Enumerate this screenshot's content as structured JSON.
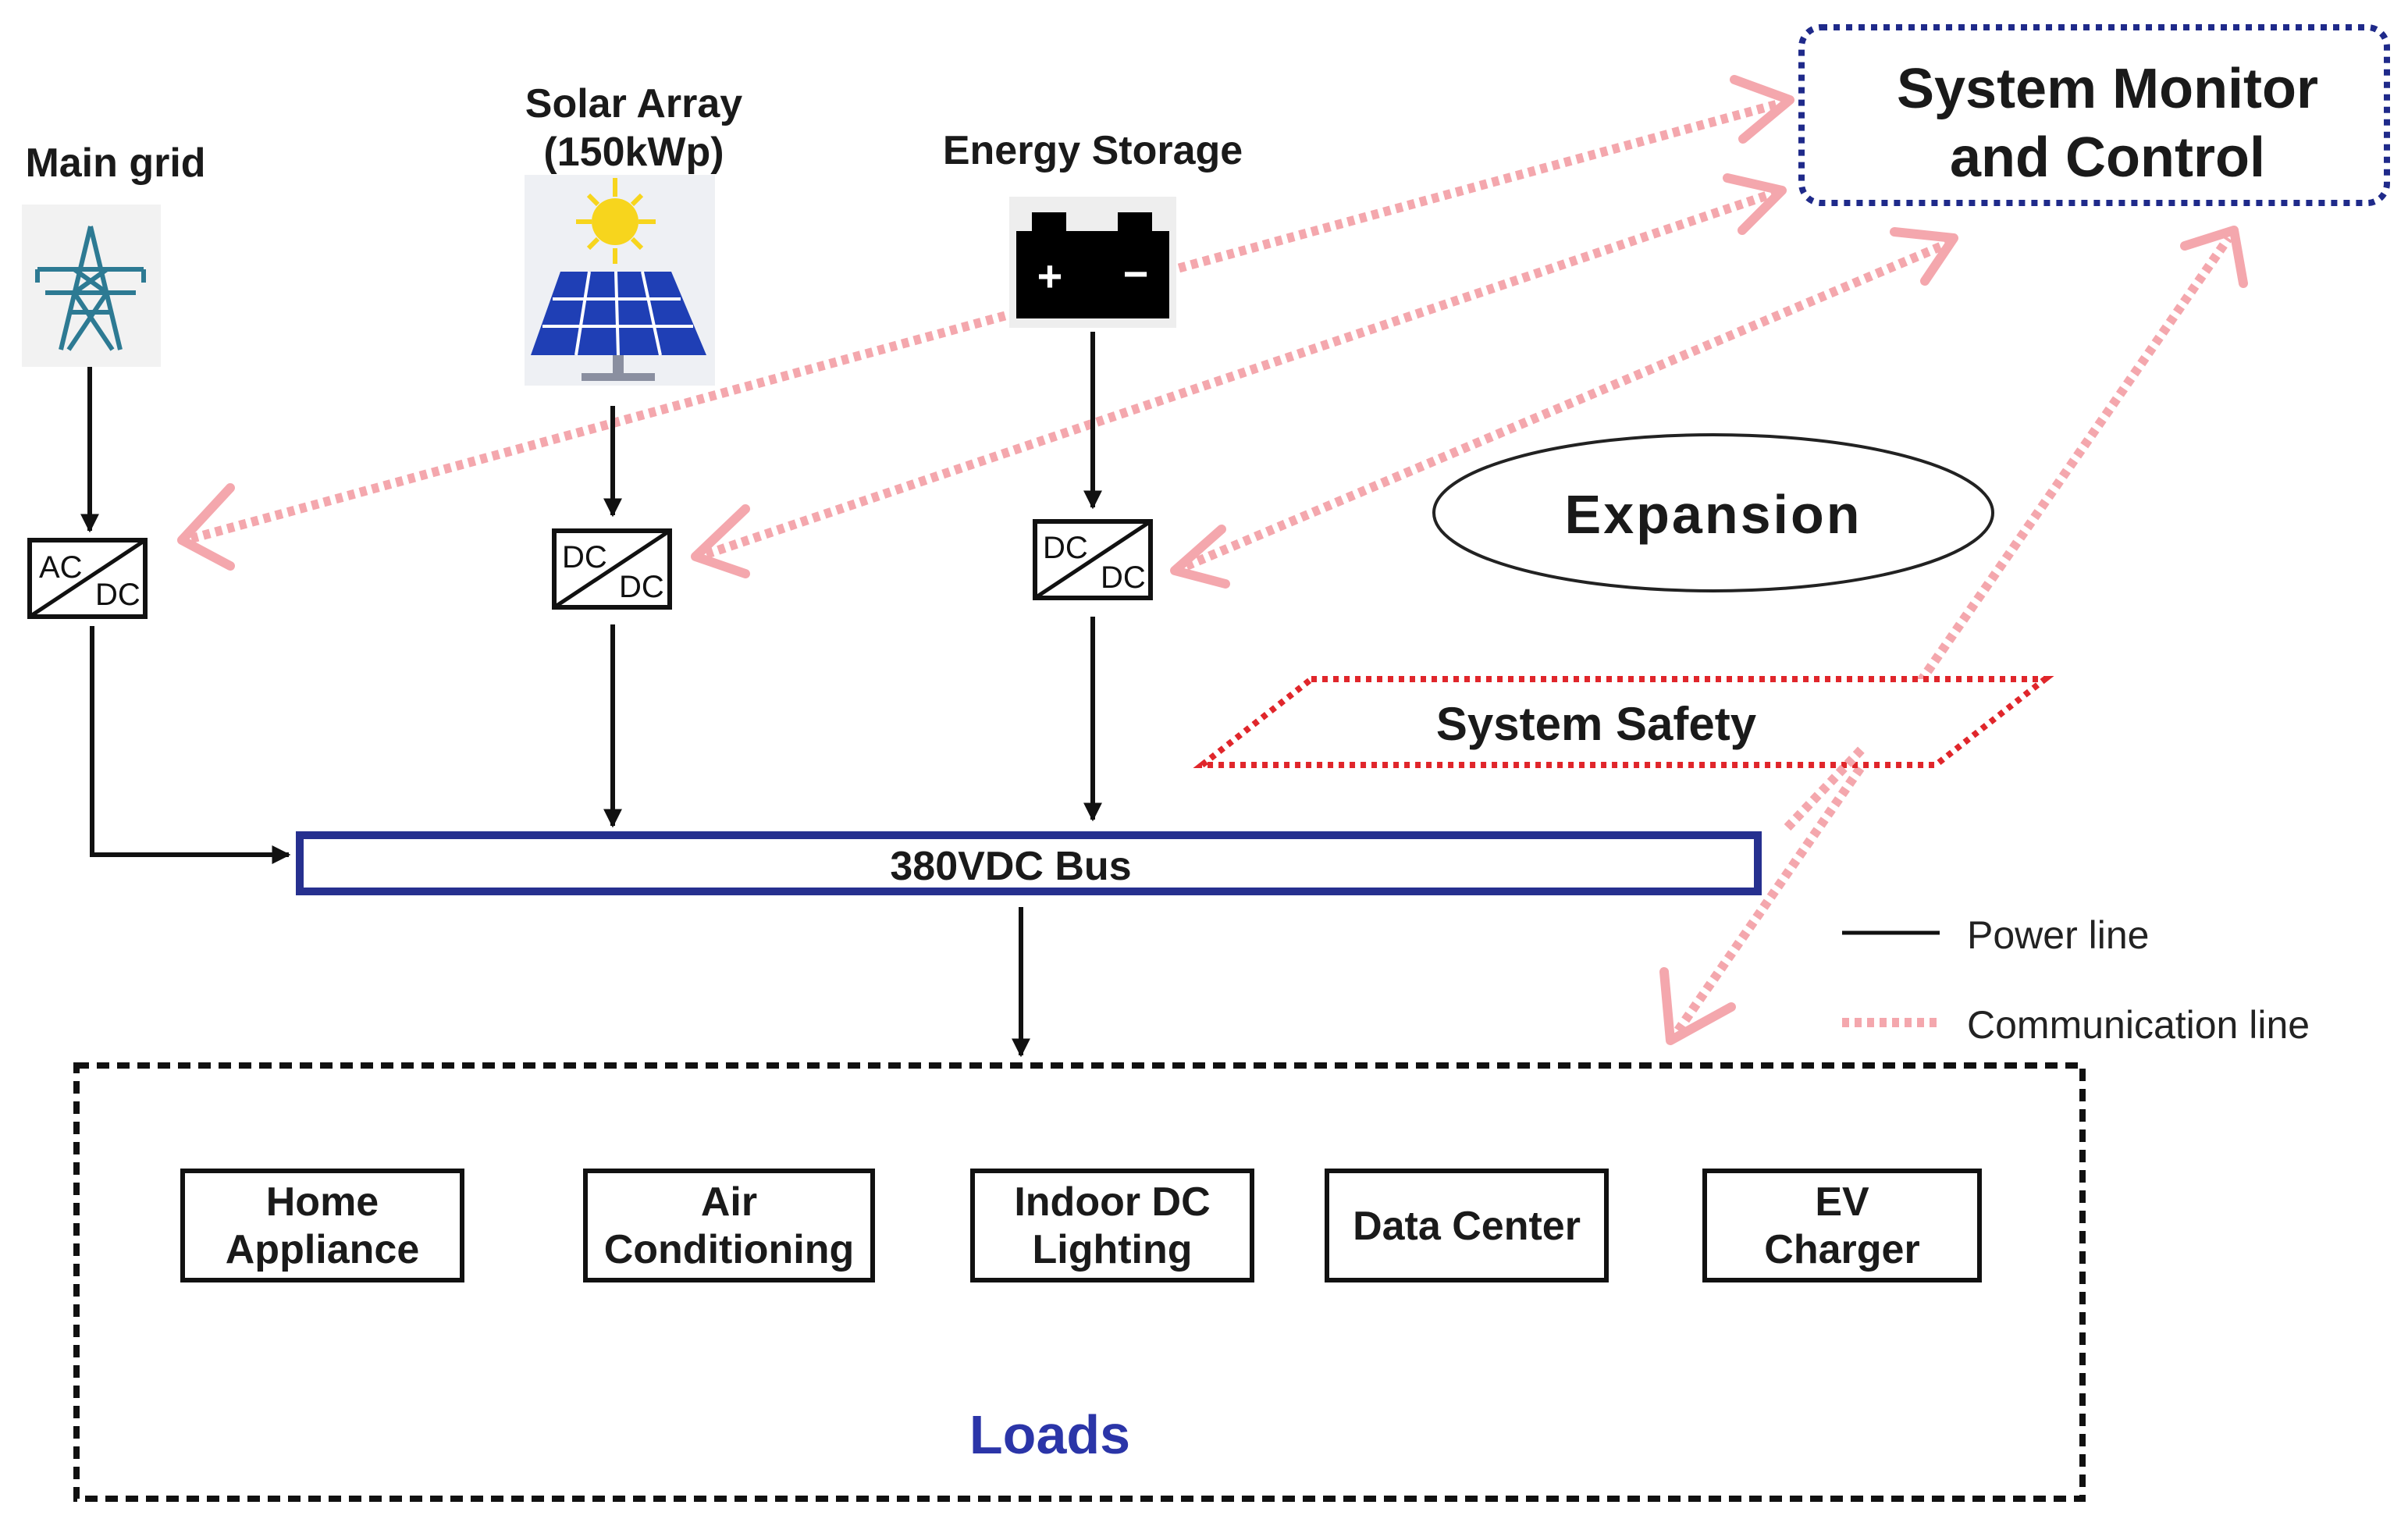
{
  "sources": {
    "main_grid": "Main grid",
    "solar_line1": "Solar Array",
    "solar_line2": "(150kWp)",
    "storage": "Energy Storage"
  },
  "converters": {
    "grid": {
      "in": "AC",
      "out": "DC"
    },
    "solar": {
      "in": "DC",
      "out": "DC"
    },
    "storage": {
      "in": "DC",
      "out": "DC"
    }
  },
  "battery": {
    "plus": "+",
    "minus": "−"
  },
  "monitor": {
    "line1": "System Monitor",
    "line2": "and Control"
  },
  "expansion": "Expansion",
  "safety": "System Safety",
  "bus": "380VDC Bus",
  "legend": {
    "power": "Power line",
    "comm": "Communication line"
  },
  "loads": {
    "title": "Loads",
    "items": [
      {
        "line1": "Home",
        "line2": "Appliance"
      },
      {
        "line1": "Air",
        "line2": "Conditioning"
      },
      {
        "line1": "Indoor DC",
        "line2": "Lighting"
      },
      {
        "line1": "Data Center",
        "line2": ""
      },
      {
        "line1": "EV",
        "line2": "Charger"
      }
    ]
  },
  "colors": {
    "power": "#111111",
    "communication": "#f4a7ad",
    "monitor_border": "#1f2a8a",
    "safety_border": "#e0262b",
    "bus_border": "#26308f",
    "loads_title": "#2b35a8",
    "solar_panel": "#1f3fb5",
    "sun": "#f7d51d"
  }
}
